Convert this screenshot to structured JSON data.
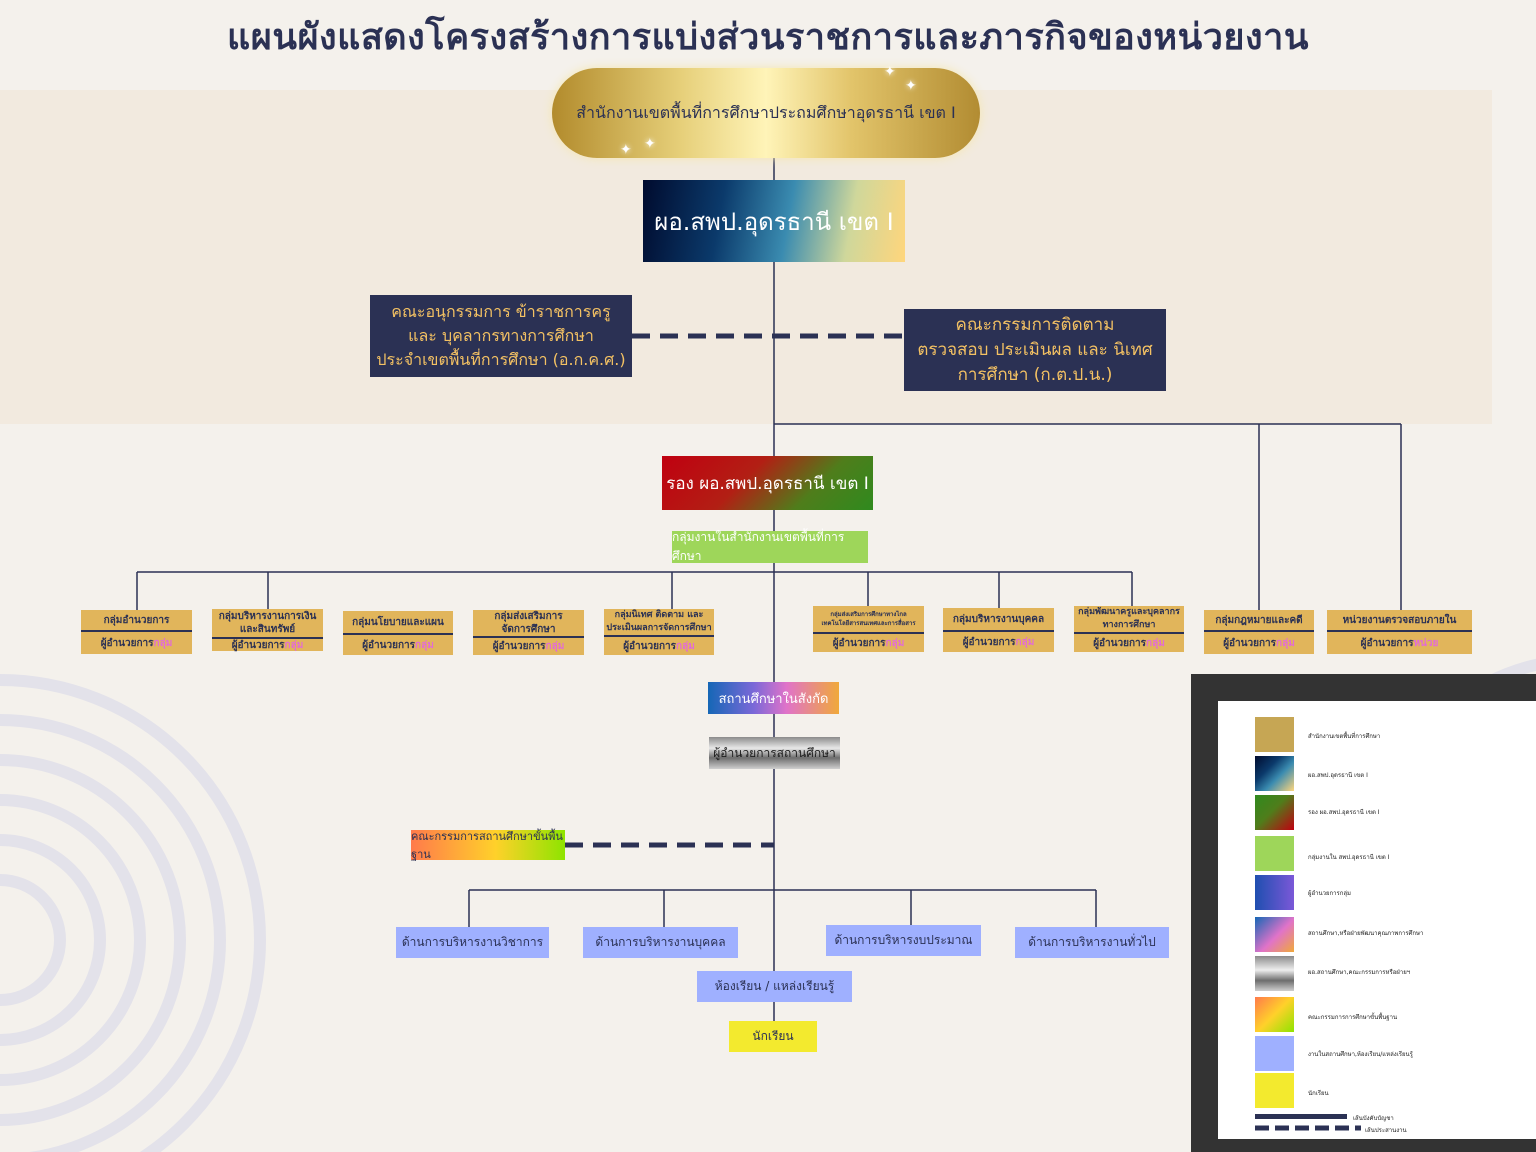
{
  "title": "แผนผังแสดงโครงสร้างการแบ่งส่วนราชการและภารกิจของหน่วยงาน",
  "office": "สำนักงานเขตพื้นที่การศึกษาประถมศึกษาอุดรธานี เขต I",
  "director": "ผอ.สพป.อุดรธานี เขต I",
  "committee_left": [
    "คณะอนุกรรมการ ข้าราชการครู",
    "และ บุคลากรทางการศึกษา",
    "ประจำเขตพื้นที่การศึกษา (อ.ก.ค.ศ.)"
  ],
  "committee_right": [
    "คณะกรรมการติดตาม",
    "ตรวจสอบ ประเมินผล และ นิเทศ",
    "การศึกษา (ก.ต.ป.น.)"
  ],
  "deputy": "รอง ผอ.สพป.อุดรธานี เขต I",
  "office_groups": "กลุ่มงานในสำนักงานเขตพื้นที่การศึกษา",
  "groups": [
    {
      "name": "กลุ่มอำนวยการ",
      "head_prefix": "ผู้อำนวยการ",
      "head_suffix": "กลุ่ม"
    },
    {
      "name": "กลุ่มบริหารงานการเงินและสินทรัพย์",
      "head_prefix": "ผู้อำนวยการ",
      "head_suffix": "กลุ่ม"
    },
    {
      "name": "กลุ่มนโยบายและแผน",
      "head_prefix": "ผู้อำนวยการ",
      "head_suffix": "กลุ่ม"
    },
    {
      "name": "กลุ่มส่งเสริมการจัดการศึกษา",
      "head_prefix": "ผู้อำนวยการ",
      "head_suffix": "กลุ่ม"
    },
    {
      "name": "กลุ่มนิเทศ ติดตาม และประเมินผลการจัดการศึกษา",
      "head_prefix": "ผู้อำนวยการ",
      "head_suffix": "กลุ่ม"
    },
    {
      "name": "กลุ่มส่งเสริมการศึกษาทางไกลเทคโนโลยีสารสนเทศและการสื่อสาร",
      "head_prefix": "ผู้อำนวยการ",
      "head_suffix": "กลุ่ม"
    },
    {
      "name": "กลุ่มบริหารงานบุคคล",
      "head_prefix": "ผู้อำนวยการ",
      "head_suffix": "กลุ่ม"
    },
    {
      "name": "กลุ่มพัฒนาครูและบุคลากรทางการศึกษา",
      "head_prefix": "ผู้อำนวยการ",
      "head_suffix": "กลุ่ม"
    },
    {
      "name": "กลุ่มกฎหมายและคดี",
      "head_prefix": "ผู้อำนวยการ",
      "head_suffix": "กลุ่ม"
    },
    {
      "name": "หน่วยงานตรวจสอบภายใน",
      "head_prefix": "ผู้อำนวยการ",
      "head_suffix": "หน่วย"
    }
  ],
  "schools": "สถานศึกษาในสังกัด",
  "school_director": "ผู้อำนวยการสถานศึกษา",
  "basic_committee": "คณะกรรมการสถานศึกษาขั้นพื้นฐาน",
  "admin_areas": [
    "ด้านการบริหารงานวิชาการ",
    "ด้านการบริหารงานบุคคล",
    "ด้านการบริหารงบประมาณ",
    "ด้านการบริหารงานทั่วไป"
  ],
  "classroom": "ห้องเรียน / แหล่งเรียนรู้",
  "students": "นักเรียน",
  "legend": {
    "items": [
      {
        "label": "สำนักงานเขตพื้นที่การศึกษา",
        "swatch": "gold"
      },
      {
        "label": "ผอ.สพป.อุดรธานี เขต I",
        "swatch": "director"
      },
      {
        "label": "รอง ผอ.สพป.อุดรธานี เขต I",
        "swatch": "deputy"
      },
      {
        "label": "กลุ่มงานใน สพป.อุดรธานี เขต I",
        "swatch": "green"
      },
      {
        "label": "ผู้อำนวยการกลุ่ม",
        "swatch": "bluepurple"
      },
      {
        "label": "สถานศึกษา,หรือฝ่ายพัฒนาคุณภาพการศึกษา",
        "swatch": "school"
      },
      {
        "label": "ผอ.สถานศึกษา,คณะกรรมการหรือฝ่ายฯ",
        "swatch": "silver"
      },
      {
        "label": "คณะกรรมการการศึกษาขั้นพื้นฐาน",
        "swatch": "basic"
      },
      {
        "label": "งานในสถานศึกษา,ห้องเรียน/แหล่งเรียนรู้",
        "swatch": "blue"
      },
      {
        "label": "นักเรียน",
        "swatch": "yellow"
      }
    ],
    "solid_line": "เส้นบังคับบัญชา",
    "dashed_line": "เส้นประสานงาน"
  },
  "colors": {
    "navy": "#2b3154",
    "gold_text": "#f3c163",
    "group_bg": "#e1b55b",
    "pink": "#e26bd6",
    "blue_box": "#9fb0ff",
    "yellow_box": "#f3ea2e"
  }
}
